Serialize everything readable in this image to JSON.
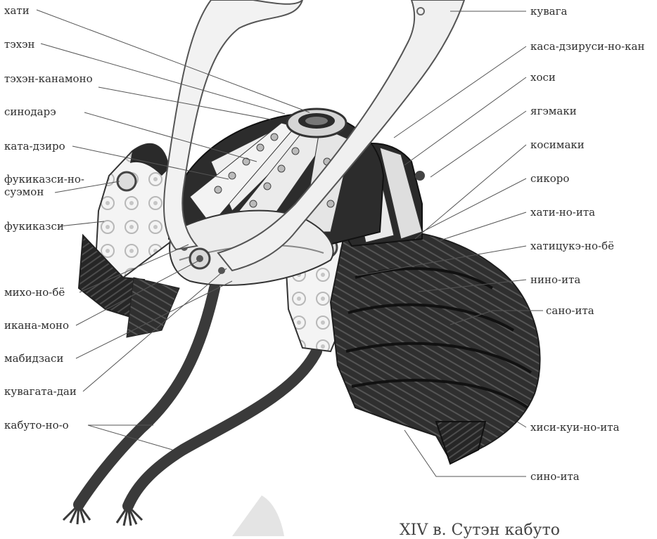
{
  "labels_left": [
    "хати",
    "тэхэн",
    "тэхэн-канамоно",
    "синодарэ",
    "ката-дзиро",
    "фукиказси-но-\nсуэмон",
    "фукиказси",
    "михо-но-бё",
    "икана-моно",
    "мабидзаси",
    "кувагата-даи",
    "кабуто-но-о"
  ],
  "labels_right": [
    "кувага",
    "каса-дзируси-но-кан",
    "хоси",
    "ягэмаки",
    "косимаки",
    "сикоро",
    "хати-но-ита",
    "хатицукэ-но-бё",
    "нино-ита",
    "сано-ита",
    "хиси-куи-но-ита",
    "сино-ита"
  ],
  "caption": "XIV в. Сутэн кабуто",
  "colors": {
    "plate_dark": "#2a2a2a",
    "lacing": "#3c3c3c",
    "metal_light": "#e8e8e8",
    "leader_line": "#555555",
    "text": "#2e2e2e"
  }
}
